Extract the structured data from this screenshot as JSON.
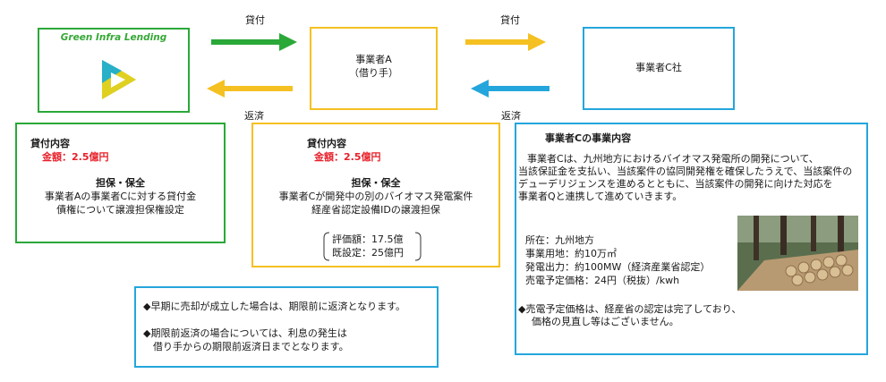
{
  "lender": {
    "name": "Green Infra Lending"
  },
  "borrower": {
    "name": "事業者A",
    "role": "（借り手）"
  },
  "company_c": {
    "name": "事業者C社"
  },
  "flows": {
    "lend_top_left": "貸付",
    "lend_top_right": "貸付",
    "repay_bottom_left": "返済",
    "repay_bottom_right": "返済"
  },
  "colors": {
    "green": "#2aa838",
    "yellow": "#f5c022",
    "blue": "#24a6dc",
    "red": "#e8202a"
  },
  "loan_box_left": {
    "title": "貸付内容",
    "amount": "金額：2.5億円",
    "collateral_title": "担保・保全",
    "collateral_lines": [
      "事業者Aの事業者Cに対する貸付金",
      "債権について譲渡担保権設定"
    ]
  },
  "loan_box_mid": {
    "title": "貸付内容",
    "amount": "金額：2.5億円",
    "collateral_title": "担保・保全",
    "collateral_lines": [
      "事業者Cが開発中の別のバイオマス発電案件",
      "経産省認定設備IDの譲渡担保"
    ],
    "valuation_lines": [
      "評価額：17.5億",
      "既設定：25億円"
    ]
  },
  "notes_box": {
    "lines": [
      "◆早期に売却が成立した場合は、期限前に返済となります。",
      "◆期限前返済の場合については、利息の発生は",
      "借り手からの期限前返済日までとなります。"
    ]
  },
  "company_box": {
    "title": "事業者Cの事業内容",
    "desc_lines": [
      "事業者Cは、九州地方におけるバイオマス発電所の開発について、",
      "当該保証金を支払い、当該案件の協同開発権を確保したうえで、当該案件の",
      "デューデリジェンスを進めるとともに、当該案件の開発に向けた対応を",
      "事業者Qと連携して進めていきます。"
    ],
    "spec_lines": [
      "所在：九州地方",
      "事業用地：約10万㎡",
      "発電出力：約100MW（経済産業省認定）",
      "売電予定価格：24円（税抜）/kwh"
    ],
    "note_lines": [
      "◆売電予定価格は、経産省の認定は完了しており、",
      "価格の見直し等はございません。"
    ]
  }
}
